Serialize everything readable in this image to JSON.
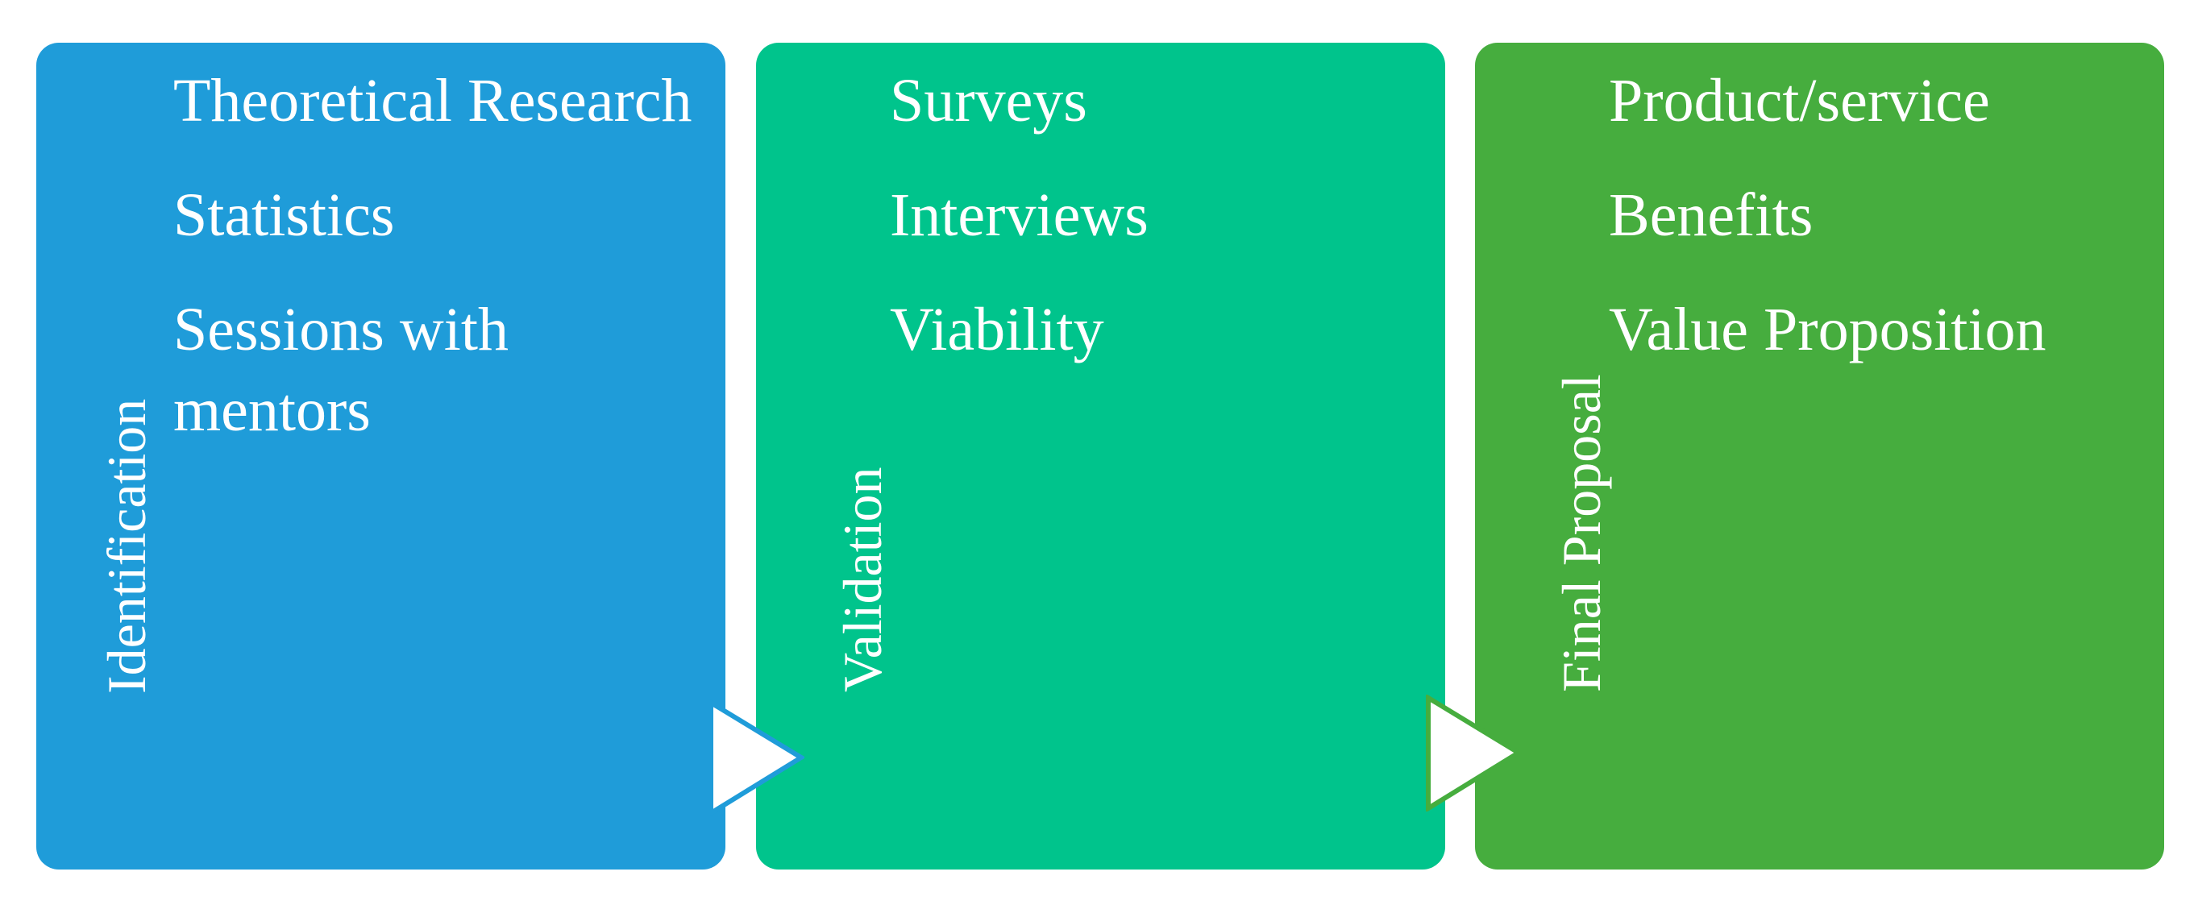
{
  "stages": [
    {
      "title": "Identification",
      "items": [
        "Theoretical Research",
        "Statistics",
        "Sessions with mentors"
      ],
      "color": "#1f9cd9"
    },
    {
      "title": "Validation",
      "items": [
        "Surveys",
        "Interviews",
        "Viability"
      ],
      "color": "#00c48c"
    },
    {
      "title": "Final Proposal",
      "items": [
        "Product/service",
        "Benefits",
        "Value Proposition"
      ],
      "color": "#46ad3e"
    }
  ],
  "arrow_fill": "#ffffff"
}
